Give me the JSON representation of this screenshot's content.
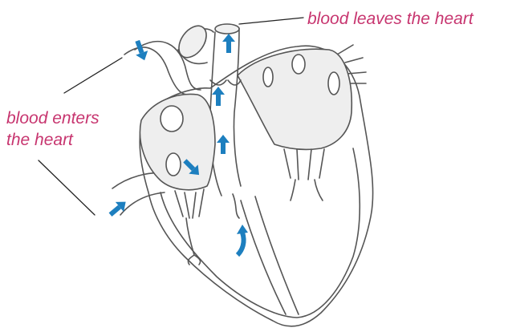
{
  "labels": {
    "leaves": "blood leaves the heart",
    "enters_line1": "blood enters",
    "enters_line2": "the heart"
  },
  "colors": {
    "label": "#c7356f",
    "arrow": "#1d7fbf",
    "outline": "#555555",
    "fill": "#f0f0f0"
  }
}
